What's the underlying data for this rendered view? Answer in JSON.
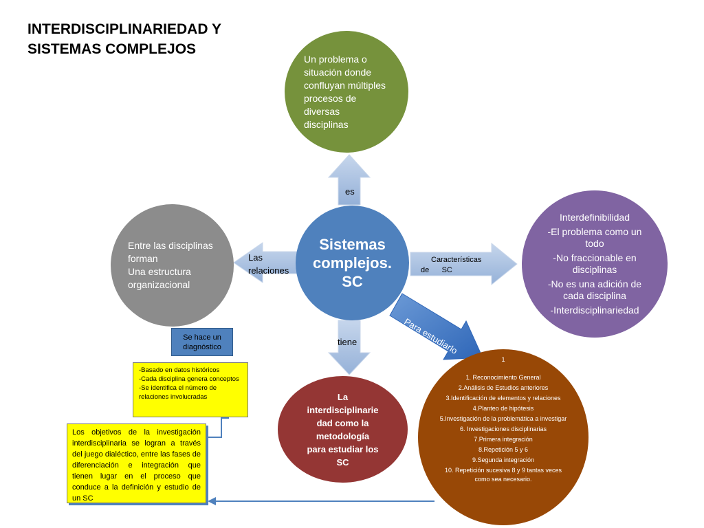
{
  "title": {
    "line1": "INTERDISCIPLINARIEDAD Y",
    "line2": "SISTEMAS COMPLEJOS"
  },
  "center": {
    "line1": "Sistemas",
    "line2": "complejos.",
    "line3": "SC"
  },
  "top_node": {
    "lines": [
      "Un problema o",
      "situación donde",
      "confluyan múltiples",
      "procesos de diversas",
      "disciplinas"
    ]
  },
  "left_node": {
    "lines": [
      "Entre las disciplinas",
      "forman",
      "Una estructura",
      "organizacional"
    ]
  },
  "right_node": {
    "lines": [
      "Interdefinibilidad",
      "-El problema como un todo",
      "-No fraccionable en disciplinas",
      "-No es una adición de cada disciplina",
      "-Interdisciplinariedad"
    ]
  },
  "bottom_node": {
    "lines": [
      "La",
      "interdisciplinarie",
      "dad como la",
      "metodología",
      "para estudiar  los",
      "SC"
    ]
  },
  "steps_node": {
    "header": "1",
    "lines": [
      "1. Reconocimiento General",
      "2.Análisis de Estudios anteriores",
      "3.Identificación de elementos y relaciones",
      "4.Planteo de hipótesis",
      "5.Investigación de la problemática a investigar",
      "6. Investigaciones disciplinarias",
      "7.Primera integración",
      "8.Repetición 5 y 6",
      "9.Segunda integración",
      "10. Repetición sucesiva 8 y 9 tantas veces como sea necesario."
    ]
  },
  "arrows": {
    "up_label": "es",
    "left_label_1": "Las",
    "left_label_2": "relaciones",
    "right_label_1": "Características",
    "right_label_2": "de      SC",
    "down_label": "tiene",
    "diag_label": "Para estudiarlo"
  },
  "diagnostic_box": {
    "line1": "Se hace un",
    "line2": "diagnóstico"
  },
  "yellow_small": {
    "lines": [
      "-Basado en datos históricos",
      "-Cada disciplina genera conceptos",
      "-Se identifica el número de relaciones involucradas"
    ]
  },
  "yellow_large": {
    "text": "Los objetivos de la investigación interdisciplinaria se logran a través del juego dialéctico, entre las fases de diferenciación e integración que tienen lugar en el proceso que conduce a la definición y estudio de un SC"
  },
  "colors": {
    "green": "#76923c",
    "blue": "#4f81bd",
    "gray": "#8c8c8c",
    "purple": "#8064a2",
    "red": "#943634",
    "brown": "#984806",
    "arrow": "#a7bfde",
    "yellow": "#ffff00"
  }
}
